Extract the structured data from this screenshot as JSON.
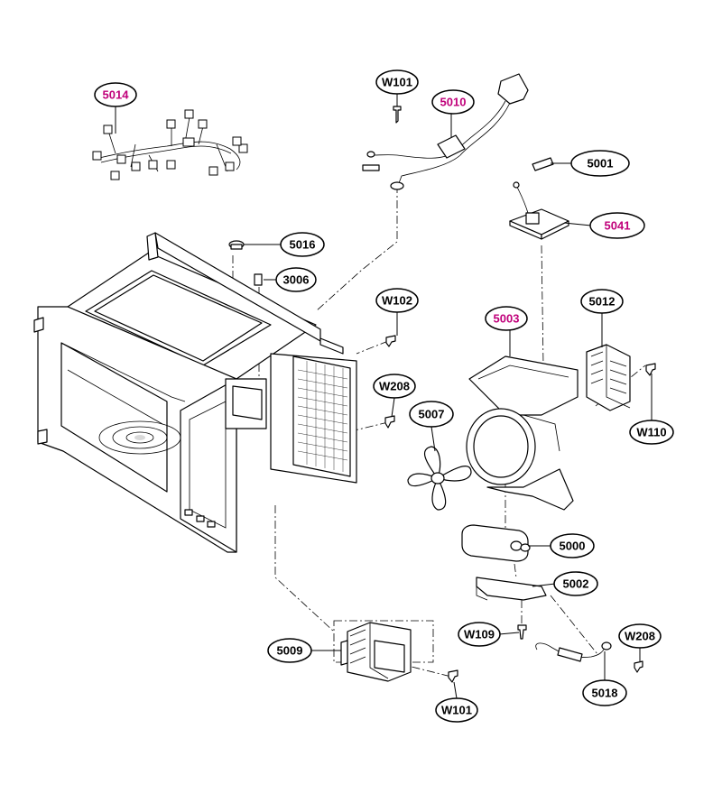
{
  "callouts": [
    {
      "id": "5014",
      "color": "#c0007a"
    },
    {
      "id": "W101",
      "color": "#000000"
    },
    {
      "id": "5010",
      "color": "#c0007a"
    },
    {
      "id": "5001",
      "color": "#000000"
    },
    {
      "id": "5041",
      "color": "#c0007a"
    },
    {
      "id": "5016",
      "color": "#000000"
    },
    {
      "id": "3006",
      "color": "#000000"
    },
    {
      "id": "W102",
      "color": "#000000"
    },
    {
      "id": "5003",
      "color": "#c0007a"
    },
    {
      "id": "5012",
      "color": "#000000"
    },
    {
      "id": "W208",
      "color": "#000000"
    },
    {
      "id": "5007",
      "color": "#000000"
    },
    {
      "id": "W110",
      "color": "#000000"
    },
    {
      "id": "5000",
      "color": "#000000"
    },
    {
      "id": "5002",
      "color": "#000000"
    },
    {
      "id": "W109",
      "color": "#000000"
    },
    {
      "id": "W208",
      "color": "#000000"
    },
    {
      "id": "5009",
      "color": "#000000"
    },
    {
      "id": "5018",
      "color": "#000000"
    },
    {
      "id": "W101",
      "color": "#000000"
    }
  ]
}
